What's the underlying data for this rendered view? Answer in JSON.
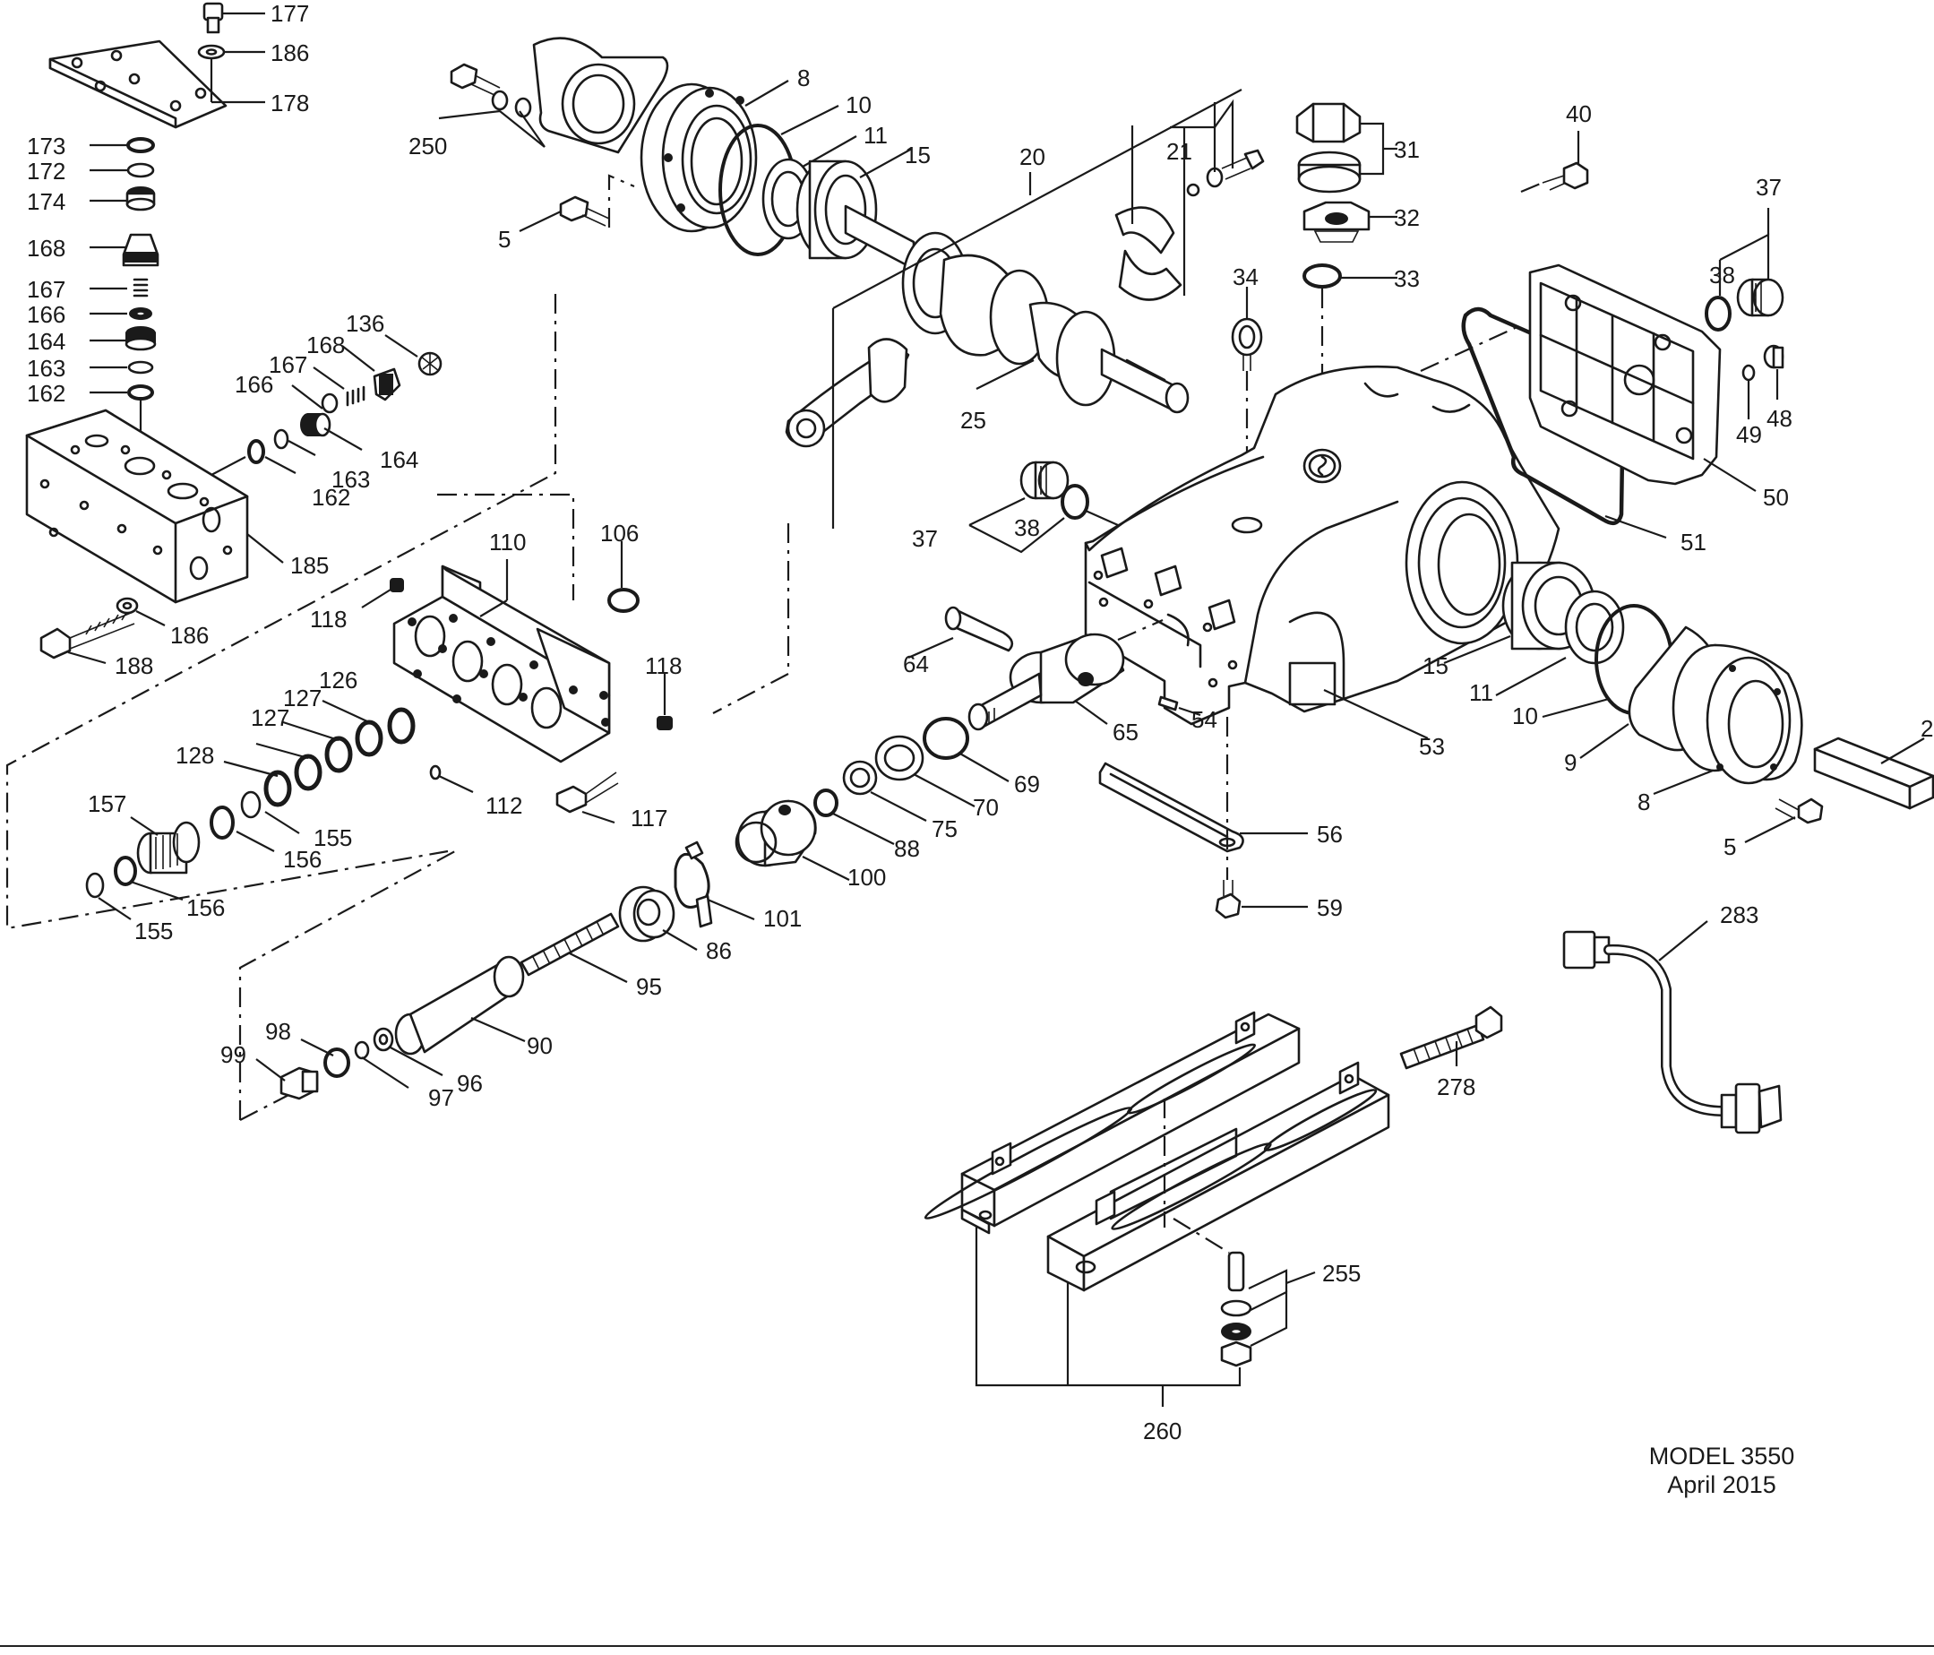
{
  "diagram": {
    "model_label": "MODEL 3550",
    "date_label": "April 2015",
    "callouts": [
      "177",
      "186",
      "178",
      "173",
      "172",
      "174",
      "168",
      "167",
      "166",
      "164",
      "163",
      "162",
      "250",
      "8",
      "10",
      "11",
      "15",
      "20",
      "21",
      "5",
      "31",
      "32",
      "33",
      "40",
      "37",
      "38",
      "48",
      "49",
      "50",
      "51",
      "34",
      "25",
      "136",
      "168",
      "167",
      "166",
      "164",
      "163",
      "162",
      "185",
      "188",
      "186",
      "110",
      "106",
      "118",
      "118",
      "112",
      "117",
      "126",
      "127",
      "127",
      "128",
      "157",
      "155",
      "156",
      "156",
      "155",
      "37",
      "38",
      "64",
      "65",
      "54",
      "53",
      "15",
      "11",
      "10",
      "9",
      "8",
      "5",
      "2",
      "56",
      "59",
      "69",
      "70",
      "75",
      "88",
      "100",
      "101",
      "86",
      "95",
      "90",
      "96",
      "97",
      "98",
      "99",
      "283",
      "278",
      "255",
      "260"
    ]
  }
}
